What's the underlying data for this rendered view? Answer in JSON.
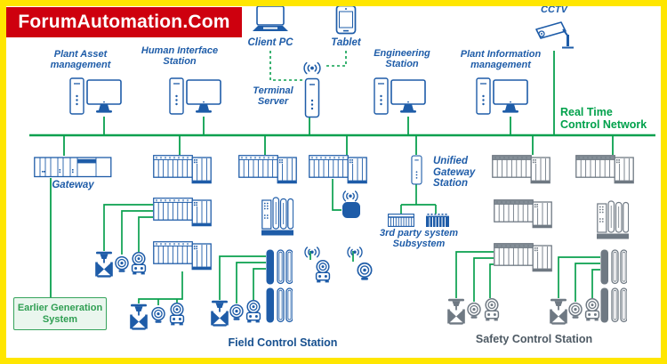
{
  "banner": {
    "title": "ForumAutomation.Com",
    "bg_color": "#CE000E",
    "text_color": "#ffffff"
  },
  "network": {
    "label": "Real Time\nControl Network",
    "color": "#00A14B"
  },
  "stations": {
    "plant_asset": "Plant Asset\nmanagement",
    "human_interface": "Human Interface\nStation",
    "client_pc": "Client PC",
    "tablet": "Tablet",
    "terminal_server": "Terminal\nServer",
    "engineering": "Engineering\nStation",
    "plant_information": "Plant Information\nmanagement",
    "cctv": "CCTV"
  },
  "mid": {
    "gateway": "Gateway",
    "unified_gateway": "Unified\nGateway\nStation",
    "third_party": "3rd party system\nSubsystem"
  },
  "bottom": {
    "earlier_generation": "Earlier Generation\nSystem",
    "field_control": "Field Control Station",
    "safety_control": "Safety Control Station"
  },
  "colors": {
    "frame_yellow": "#FFE600",
    "line_green": "#0AA04F",
    "icon_blue": "#1E5CA8",
    "icon_gray": "#6F7983",
    "egs_green": "#2F9E52"
  },
  "icons": {
    "computer-station-icon": "tower PC + monitor outline",
    "laptop-icon": "open laptop outline",
    "tablet-icon": "tablet outline",
    "server-tower-icon": "vertical server tower",
    "wifi-icon": "((o)) radio waves",
    "cctv-camera-icon": "wall-mounted camera",
    "io-rack-icon": "controller / IO card rack",
    "gateway-rack-icon": "horizontal gateway rack",
    "compact-controller-icon": "vertical module stack",
    "nio-bars-icon": "field IO bar modules",
    "control-valve-icon": "actuated control valve",
    "transmitter-icon": "round field transmitter",
    "positioner-icon": "transmitter with base unit",
    "access-point-icon": "filled wireless access point",
    "subsystem-rack-icon": "small striped rack"
  }
}
